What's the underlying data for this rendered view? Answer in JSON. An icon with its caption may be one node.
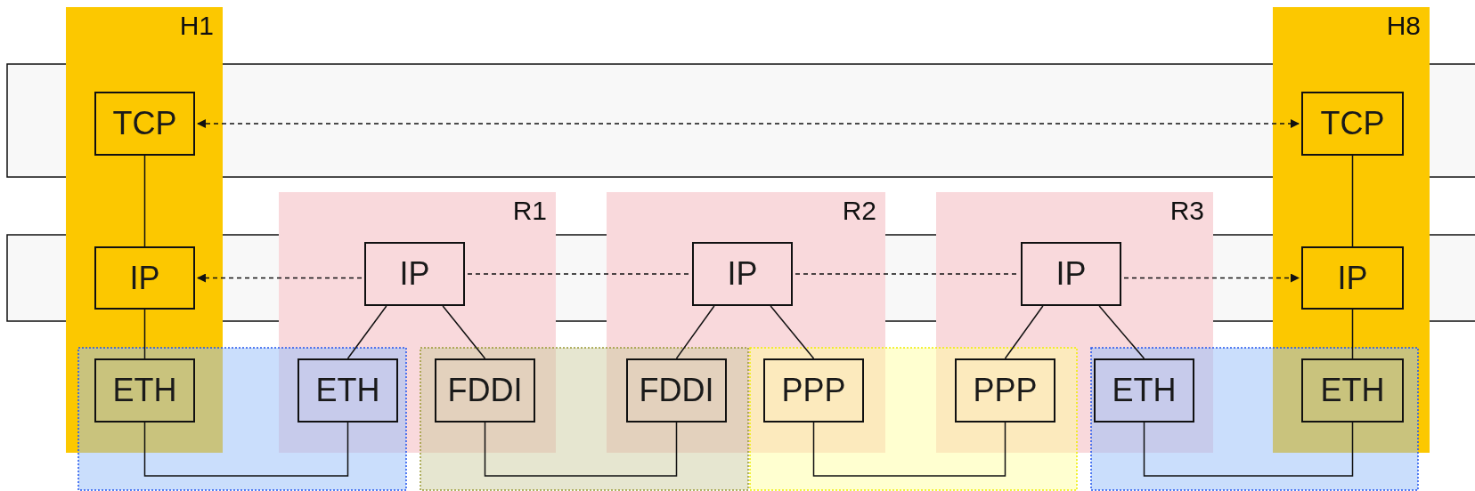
{
  "diagram": {
    "nodes": [
      {
        "text": [
          "H1"
        ]
      },
      {
        "text": [
          "H8"
        ]
      },
      {
        "text": [
          "R1"
        ]
      },
      {
        "text": [
          "R2"
        ]
      },
      {
        "text": [
          "R3"
        ]
      },
      {
        "text": [
          "TCP"
        ],
        "in": 0
      },
      {
        "text": [
          "TCP"
        ],
        "in": 1
      },
      {
        "text": [
          "IP"
        ],
        "in": 0
      },
      {
        "text": [
          "IP"
        ],
        "in": 2
      },
      {
        "text": [
          "IP"
        ],
        "in": 3
      },
      {
        "text": [
          "IP"
        ],
        "in": 4
      },
      {
        "text": [
          "IP"
        ],
        "in": 1
      },
      {
        "text": [
          "ETH"
        ],
        "in": 0
      },
      {
        "text": [
          "ETH"
        ],
        "in": 2
      },
      {
        "text": [
          "FDDI"
        ],
        "in": 2
      },
      {
        "text": [
          "FDDI"
        ],
        "in": 3
      },
      {
        "text": [
          "PPP"
        ],
        "in": 3
      },
      {
        "text": [
          "PPP"
        ],
        "in": 4
      },
      {
        "text": [
          "ETH"
        ],
        "in": 4
      },
      {
        "text": [
          "ETH"
        ],
        "in": 1
      }
    ],
    "edges": [
      {
        "from": 5,
        "to": 6,
        "arrow": "both",
        "style": "dashed"
      },
      {
        "from": 8,
        "to": 7,
        "arrow": "to",
        "style": "dashed"
      },
      {
        "from": 8,
        "to": 9,
        "arrow": "none",
        "style": "dashed"
      },
      {
        "from": 9,
        "to": 10,
        "arrow": "none",
        "style": "dashed"
      },
      {
        "from": 10,
        "to": 11,
        "arrow": "to",
        "style": "dashed"
      },
      {
        "from": 5,
        "to": 7,
        "arrow": "none"
      },
      {
        "from": 7,
        "to": 12,
        "arrow": "none"
      },
      {
        "from": 6,
        "to": 11,
        "arrow": "none"
      },
      {
        "from": 11,
        "to": 19,
        "arrow": "none"
      },
      {
        "from": 8,
        "to": 13,
        "arrow": "none"
      },
      {
        "from": 8,
        "to": 14,
        "arrow": "none"
      },
      {
        "from": 9,
        "to": 15,
        "arrow": "none"
      },
      {
        "from": 9,
        "to": 16,
        "arrow": "none"
      },
      {
        "from": 10,
        "to": 17,
        "arrow": "none"
      },
      {
        "from": 10,
        "to": 18,
        "arrow": "none"
      },
      {
        "from": 12,
        "to": 13,
        "arrow": "none"
      },
      {
        "from": 14,
        "to": 15,
        "arrow": "none"
      },
      {
        "from": 16,
        "to": 17,
        "arrow": "none"
      },
      {
        "from": 18,
        "to": 19,
        "arrow": "none"
      }
    ]
  }
}
